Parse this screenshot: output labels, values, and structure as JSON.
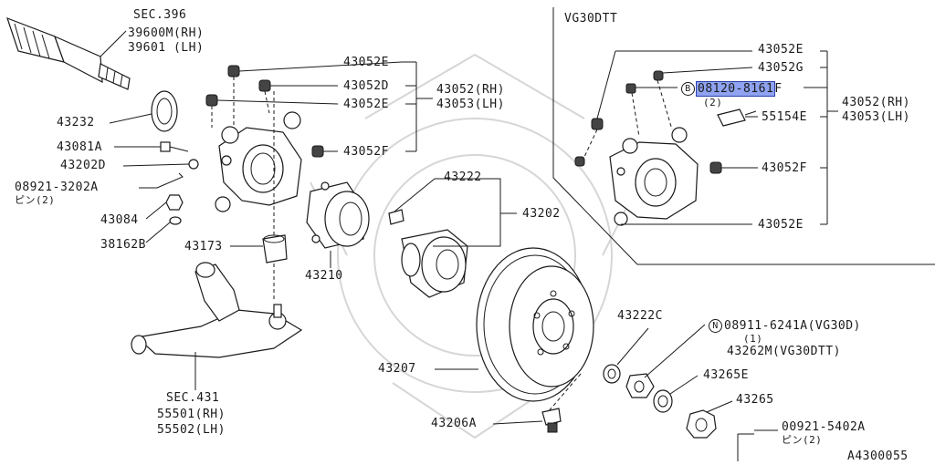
{
  "diagram": {
    "inset_title": "VG30DTT",
    "figure_code": "A4300055",
    "labels": {
      "sec396": "SEC.396",
      "p39600m": "39600M(RH)",
      "p39601": "39601 (LH)",
      "p43232": "43232",
      "p43081a": "43081A",
      "p43202d": "43202D",
      "p08921_3202a": "08921-3202A",
      "pin2_a": "ピン(2)",
      "p43084": "43084",
      "p38162b": "38162B",
      "p43052e_1": "43052E",
      "p43052d": "43052D",
      "p43052e_2": "43052E",
      "p43052f_1": "43052F",
      "p43052rh_1": "43052(RH)",
      "p43053lh_1": "43053(LH)",
      "p43173": "43173",
      "p43210": "43210",
      "p43222": "43222",
      "p43202": "43202",
      "sec431": "SEC.431",
      "p55501": "55501(RH)",
      "p55502": "55502(LH)",
      "p43207": "43207",
      "p43206a": "43206A",
      "p43222c": "43222C",
      "n_mark": "N",
      "p08911": "08911-6241A(VG30D)",
      "qty1": "(1)",
      "p43262m": "43262M(VG30DTT)",
      "p43265e": "43265E",
      "p43265": "43265",
      "p00921": "00921-5402A",
      "pin2_b": "ピン(2)",
      "i43052e_1": "43052E",
      "i43052g": "43052G",
      "b_mark": "B",
      "i08120": "08120-8161",
      "i08120_suffix": "F",
      "qty2": "(2)",
      "i55154e": "55154E",
      "i43052f": "43052F",
      "i43052e_2": "43052E",
      "p43052rh_2": "43052(RH)",
      "p43053lh_2": "43053(LH)"
    }
  }
}
